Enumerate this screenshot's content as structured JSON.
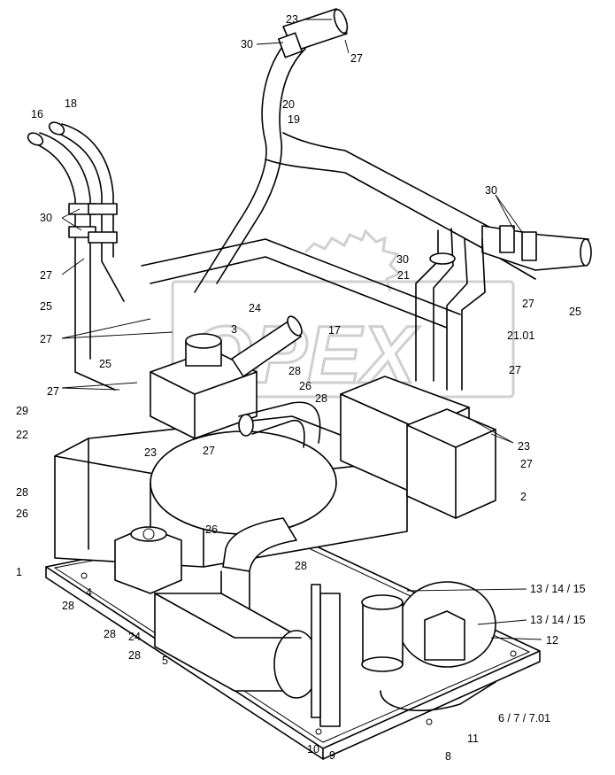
{
  "watermark": {
    "text": "OPEX"
  },
  "callouts": {
    "c23_top": "23",
    "c30_top": "30",
    "c27_top": "27",
    "c20": "20",
    "c19": "19",
    "c16": "16",
    "c18": "18",
    "c30_left": "30",
    "c27_left1": "27",
    "c25_left": "25",
    "c27_left2": "27",
    "c25_mid": "25",
    "c24_top": "24",
    "c3": "3",
    "c27_left3": "27",
    "c28_mid": "28",
    "c26_mid": "26",
    "c28_mid2": "28",
    "c29": "29",
    "c22": "22",
    "c23_mid": "23",
    "c27_mid": "27",
    "c28_left": "28",
    "c26_left": "26",
    "c1": "1",
    "c30_right": "30",
    "c30_right2": "30",
    "c21": "21",
    "c27_right1": "27",
    "c25_right": "25",
    "c17": "17",
    "c21_01": "21.01",
    "c27_right2": "27",
    "c23_right": "23",
    "c27_right3": "27",
    "c2": "2",
    "c26_low": "26",
    "c28_low": "28",
    "c28_a": "28",
    "c4": "4",
    "c28_b": "28",
    "c24_low": "24",
    "c28_c": "28",
    "c5": "5",
    "c13_a": "13 / 14 / 15",
    "c13_b": "13 / 14 / 15",
    "c12": "12",
    "c6": "6 / 7 / 7.01",
    "c11": "11",
    "c8": "8",
    "c10": "10",
    "c9": "9"
  }
}
